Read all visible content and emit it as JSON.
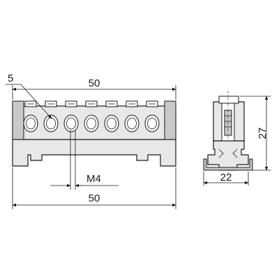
{
  "dimensions": {
    "terminal_gap": "5",
    "top_length": "50",
    "thread": "M4",
    "bottom_length": "50",
    "side_width": "22",
    "side_height": "27"
  },
  "terminals_count": 7
}
